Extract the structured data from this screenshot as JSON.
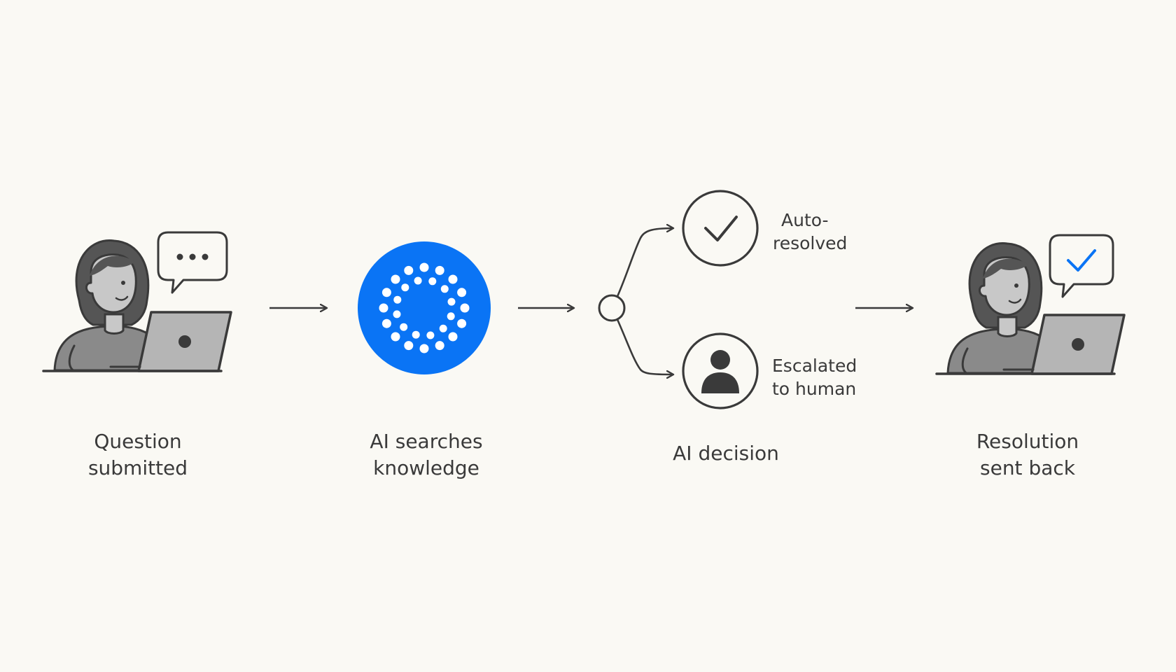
{
  "colors": {
    "background": "#faf9f4",
    "ink": "#3a3a3a",
    "accent": "#0a74f5",
    "figure_fill": "#8a8a8a",
    "figure_light": "#b5b5b5"
  },
  "steps": [
    {
      "id": "question",
      "icon": "person-with-laptop-icon",
      "bubble_icon": "chat-bubble-dots-icon",
      "label_lines": [
        "Question",
        "submitted"
      ]
    },
    {
      "id": "search",
      "icon": "ai-dots-circle-icon",
      "label_lines": [
        "AI searches",
        "knowledge"
      ]
    },
    {
      "id": "decision",
      "icon": "decision-node-icon",
      "label_lines": [
        "AI decision"
      ]
    },
    {
      "id": "resolution",
      "icon": "person-with-laptop-icon",
      "bubble_icon": "chat-bubble-check-icon",
      "label_lines": [
        "Resolution",
        "sent back"
      ]
    }
  ],
  "branches": [
    {
      "id": "auto",
      "icon": "checkmark-circle-icon",
      "label_lines": [
        "Auto-",
        "resolved"
      ]
    },
    {
      "id": "escalated",
      "icon": "user-circle-icon",
      "label_lines": [
        "Escalated",
        "to human"
      ]
    }
  ]
}
